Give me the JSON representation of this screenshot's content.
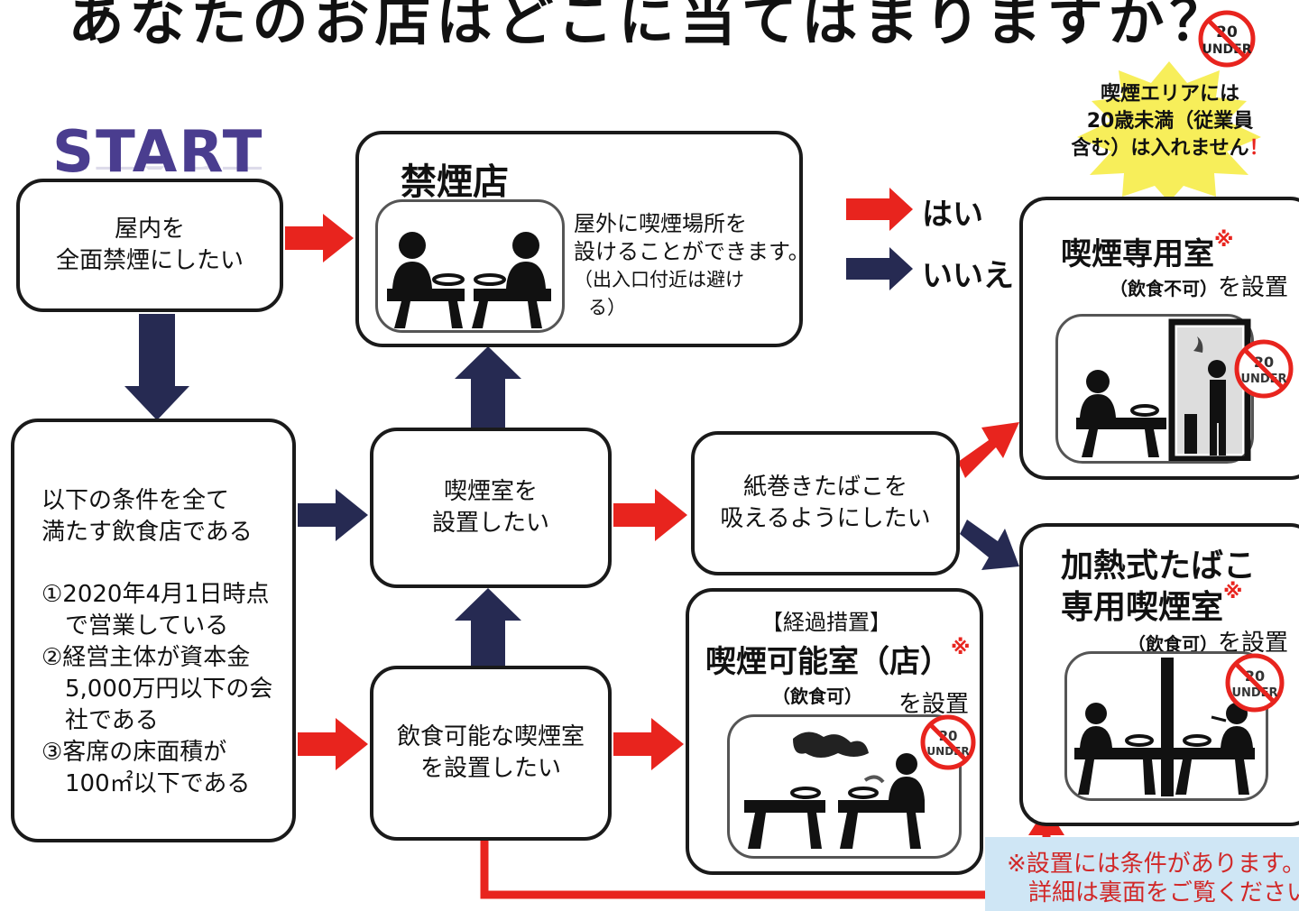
{
  "title": "あなたのお店はどこに当てはまりますか？",
  "start_label": "START",
  "legend": {
    "yes": "はい",
    "no": "いいえ"
  },
  "warning": {
    "line1": "喫煙エリアには",
    "line2": "20歳未満（従業員",
    "line3a": "含む）は入れません",
    "line3b": "！"
  },
  "badge": {
    "num": "20",
    "text": "UNDER"
  },
  "nodes": {
    "start": {
      "line1": "屋内を",
      "line2": "全面禁煙にしたい"
    },
    "conditions": {
      "l1": "以下の条件を全て",
      "l2": "満たす飲食店である",
      "l3": "①2020年4月1日時点",
      "l4": "で営業している",
      "l5": "②経営主体が資本金",
      "l6": "5,000万円以下の会",
      "l7": "社である",
      "l8": "③客席の床面積が",
      "l9": "100㎡以下である"
    },
    "smoking_room": {
      "line1": "喫煙室を",
      "line2": "設置したい"
    },
    "food_room": {
      "line1": "飲食可能な喫煙室",
      "line2": "を設置したい"
    },
    "cigarette": {
      "line1": "紙巻きたばこを",
      "line2": "吸えるようにしたい"
    }
  },
  "results": {
    "nonsmoking": {
      "title": "禁煙店",
      "desc1": "屋外に喫煙場所を",
      "desc2": "設けることができます。",
      "desc3": "（出入口付近は避け",
      "desc4": "る）"
    },
    "dedicated": {
      "title": "喫煙専用室",
      "mark": "※",
      "sub": "（飲食不可）",
      "suffix": "を設置"
    },
    "heated": {
      "title1": "加熱式たばこ",
      "title2": "専用喫煙室",
      "mark": "※",
      "sub": "（飲食可）",
      "suffix": "を設置"
    },
    "transitional": {
      "label": "【経過措置】",
      "title": "喫煙可能室（店）",
      "mark": "※",
      "sub": "（飲食可）",
      "suffix": "を設置"
    }
  },
  "note": {
    "line1": "※設置には条件があります。",
    "line2": "詳細は裏面をご覧ください。"
  },
  "colors": {
    "yes": "#e8241e",
    "no": "#262a52",
    "start": "#4a3d8f",
    "note_bg": "#cfe6f5",
    "warning": "#f7ee5a"
  }
}
